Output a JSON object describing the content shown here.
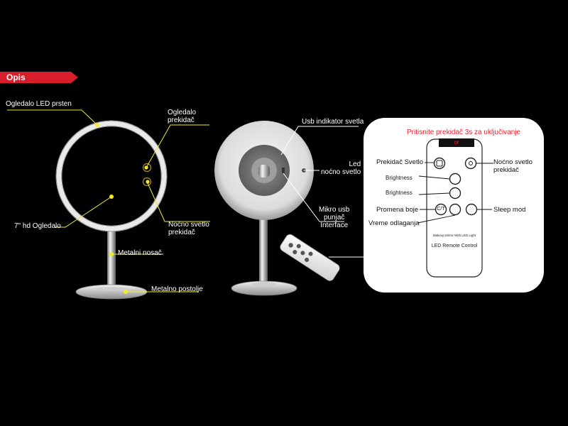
{
  "section": {
    "title": "Opis"
  },
  "mirror_front": {
    "labels": {
      "ring": "Ogledalo LED prsten",
      "switch": "Ogledalo\nprekidač",
      "mirror": "7\" hd Ogledalo",
      "night": "Noćno svetlo\nprekidač",
      "stand": "Metalni nosač",
      "base": "Metalno postolje"
    }
  },
  "mirror_back": {
    "labels": {
      "usb_indicator": "Usb indikator svetla",
      "led": "Led\nnoćno svetlo",
      "micro_usb": "Mikro usb\npunjač\nInterface"
    }
  },
  "remote": {
    "instruction": "Pritisnite prekidač 3s za uključivanje",
    "or_label": "or",
    "labels": {
      "light_switch": "Prekidač Svetlo",
      "night_switch": "Noćno svetlo\nprekidač",
      "brightness_up": "Brightness",
      "brightness_down": "Brightness",
      "color": "Promena boje",
      "sleep": "Sleep mod",
      "timer": "Vreme odlaganja"
    },
    "button_labels": {
      "ct": "C/T"
    },
    "device_text": "Makeup Mirror With LED Light",
    "device_footer": "LED Remote Control"
  },
  "colors": {
    "accent": "#d81e2a",
    "dot": "#f2ea2a"
  }
}
